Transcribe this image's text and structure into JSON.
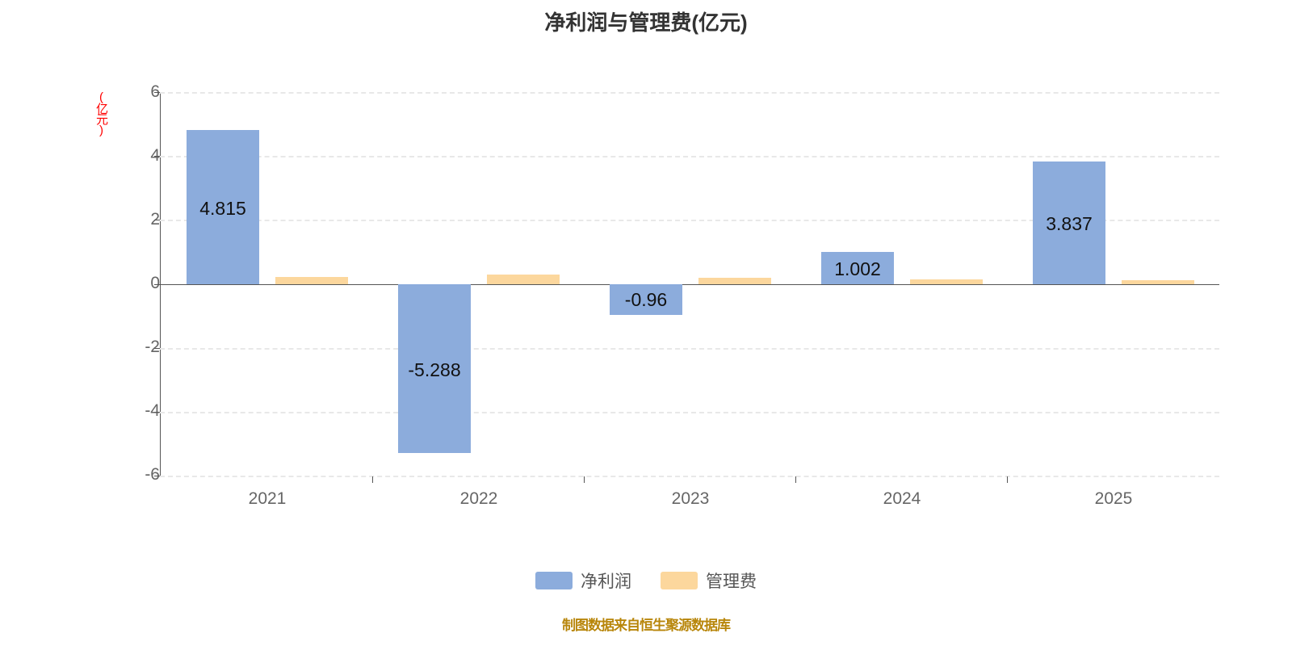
{
  "chart_data": {
    "type": "bar",
    "title": "净利润与管理费(亿元)",
    "xlabel": "",
    "ylabel": "(亿元)",
    "ylim": [
      -6,
      6
    ],
    "yticks": [
      "6",
      "4",
      "2",
      "0",
      "-2",
      "-4",
      "-6"
    ],
    "ytick_values": [
      6,
      4,
      2,
      0,
      -2,
      -4,
      -6
    ],
    "grid": true,
    "legend_position": "bottom-center",
    "categories": [
      "2021",
      "2022",
      "2023",
      "2024",
      "2025"
    ],
    "series": [
      {
        "name": "净利润",
        "color": "#8cacdc",
        "values": [
          4.815,
          -5.288,
          -0.96,
          1.002,
          3.837
        ],
        "labels": [
          "4.815",
          "-5.288",
          "-0.96",
          "1.002",
          "3.837"
        ]
      },
      {
        "name": "管理费",
        "color": "#fcd79d",
        "values": [
          0.22,
          0.29,
          0.21,
          0.14,
          0.11
        ],
        "labels": [
          "",
          "",
          "",
          "",
          ""
        ]
      }
    ],
    "annotations": [
      "制图数据来自恒生聚源数据库"
    ]
  },
  "title": "净利润与管理费(亿元)",
  "axis": {
    "y_title": "(亿元)",
    "y_title_color": "#ff0000",
    "y_ticks": [
      "6",
      "4",
      "2",
      "0",
      "-2",
      "-4",
      "-6"
    ],
    "x_ticks": [
      "2021",
      "2022",
      "2023",
      "2024",
      "2025"
    ]
  },
  "bar_labels": {
    "np_2021": "4.815",
    "np_2022": "-5.288",
    "np_2023": "-0.96",
    "np_2024": "1.002",
    "np_2025": "3.837"
  },
  "legend": {
    "items": [
      {
        "label": "净利润",
        "color": "#8cacdc"
      },
      {
        "label": "管理费",
        "color": "#fcd79d"
      }
    ]
  },
  "footer": {
    "text": "制图数据来自恒生聚源数据库",
    "color": "#b8860b"
  }
}
